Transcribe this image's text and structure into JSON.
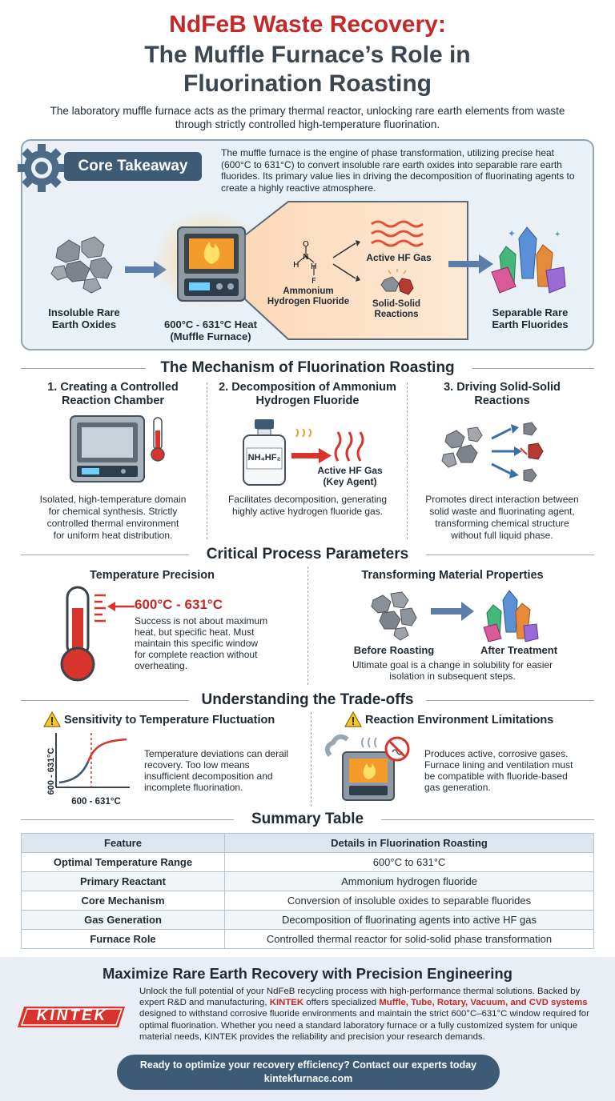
{
  "title": {
    "line1": "NdFeB Waste Recovery:",
    "line2": "The Muffle Furnace’s Role in",
    "line3": "Fluorination Roasting"
  },
  "subtitle": "The laboratory muffle furnace acts as the primary thermal reactor, unlocking rare earth elements from waste through strictly controlled high-temperature fluorination.",
  "core": {
    "pill": "Core Takeaway",
    "text": "The muffle furnace is the engine of phase transformation, utilizing precise heat (600°C to 631°C) to convert insoluble rare earth oxides into separable rare earth fluorides. Its primary value lies in driving the decomposition of fluorinating agents to create a highly reactive atmosphere.",
    "oxides_l1": "Insoluble Rare",
    "oxides_l2": "Earth Oxides",
    "heat_l1": "600°C - 631°C Heat",
    "heat_l2": "(Muffle Furnace)",
    "ammonium_l1": "Ammonium",
    "ammonium_l2": "Hydrogen Fluoride",
    "hf_gas": "Active HF Gas",
    "solid_l1": "Solid-Solid",
    "solid_l2": "Reactions",
    "fluorides_l1": "Separable Rare",
    "fluorides_l2": "Earth Fluorides",
    "atoms": {
      "h": "H",
      "n": "N",
      "f": "F",
      "o": "O"
    }
  },
  "mechanism": {
    "heading": "The Mechanism of Fluorination Roasting",
    "cols": [
      {
        "title_l1": "1. Creating a Controlled",
        "title_l2": "Reaction Chamber",
        "desc": [
          "Isolated, high-temperature domain",
          "for chemical synthesis. Strictly",
          "controlled thermal environment",
          "for uniform heat distribution."
        ]
      },
      {
        "title_l1": "2. Decomposition of Ammonium",
        "title_l2": "Hydrogen Fluoride",
        "desc": [
          "Facilitates decomposition, generating",
          "highly active hydrogen fluoride gas."
        ]
      },
      {
        "title_l1": "3. Driving Solid-Solid",
        "title_l2": "Reactions",
        "desc": [
          "Promotes direct interaction between",
          "solid waste and fluorinating agent,",
          "transforming chemical structure",
          "without full liquid phase."
        ]
      }
    ],
    "bottle_label": "NH₄HF₂",
    "hf_l1": "Active HF Gas",
    "hf_l2": "(Key Agent)"
  },
  "parameters": {
    "heading": "Critical Process Parameters",
    "left_title": "Temperature Precision",
    "temp_range": "600°C - 631°C",
    "left_desc": [
      "Success is not about maximum",
      "heat, but specific heat. Must",
      "maintain this specific window",
      "for complete reaction without",
      "overheating."
    ],
    "right_title": "Transforming Material Properties",
    "before": "Before Roasting",
    "after": "After Treatment",
    "right_desc": [
      "Ultimate goal is a change in solubility for easier",
      "isolation in subsequent steps."
    ]
  },
  "tradeoffs": {
    "heading": "Understanding the Trade-offs",
    "left_title": "Sensitivity to Temperature Fluctuation",
    "left_desc": [
      "Temperature deviations can derail",
      "recovery. Too low means",
      "insufficient decomposition and",
      "incomplete fluorination."
    ],
    "axis_y": "600 - 631°C",
    "axis_x": "600 - 631°C",
    "right_title": "Reaction Environment Limitations",
    "right_desc": [
      "Produces active, corrosive gases.",
      "Furnace lining and ventilation must",
      "be compatible with fluoride-based",
      "gas generation."
    ]
  },
  "summary": {
    "heading": "Summary Table",
    "headers": [
      "Feature",
      "Details in Fluorination Roasting"
    ],
    "rows": [
      [
        "Optimal Temperature Range",
        "600°C to 631°C"
      ],
      [
        "Primary Reactant",
        "Ammonium hydrogen fluoride"
      ],
      [
        "Core Mechanism",
        "Conversion of insoluble oxides to separable fluorides"
      ],
      [
        "Gas Generation",
        "Decomposition of fluorinating agents into active HF gas"
      ],
      [
        "Furnace Role",
        "Controlled thermal reactor for solid-solid phase transformation"
      ]
    ]
  },
  "footer": {
    "heading": "Maximize Rare Earth Recovery with Precision Engineering",
    "logo": "KINTEK",
    "p_a": "Unlock the full potential of your NdFeB recycling process with high-performance thermal solutions. Backed by expert R&D and manufacturing, ",
    "p_brand": "KINTEK",
    "p_b": " offers specialized ",
    "p_systems": "Muffle, Tube, Rotary, Vacuum, and CVD systems",
    "p_c": " designed to withstand corrosive fluoride environments and maintain the strict 600°C–631°C window required for optimal fluorination. Whether you need a standard laboratory furnace or a fully customized system for unique material needs, KINTEK provides the reliability and precision your research demands.",
    "cta_l1": "Ready to optimize your recovery efficiency? Contact our experts today",
    "cta_l2": "kintekfurnace.com"
  },
  "colors": {
    "red": "#c62828",
    "slate": "#3e5b76",
    "panel": "#e9f0f6",
    "crystal_blue": "#5b8fd6",
    "crystal_green": "#46b77a",
    "crystal_pink": "#d95a9a"
  }
}
